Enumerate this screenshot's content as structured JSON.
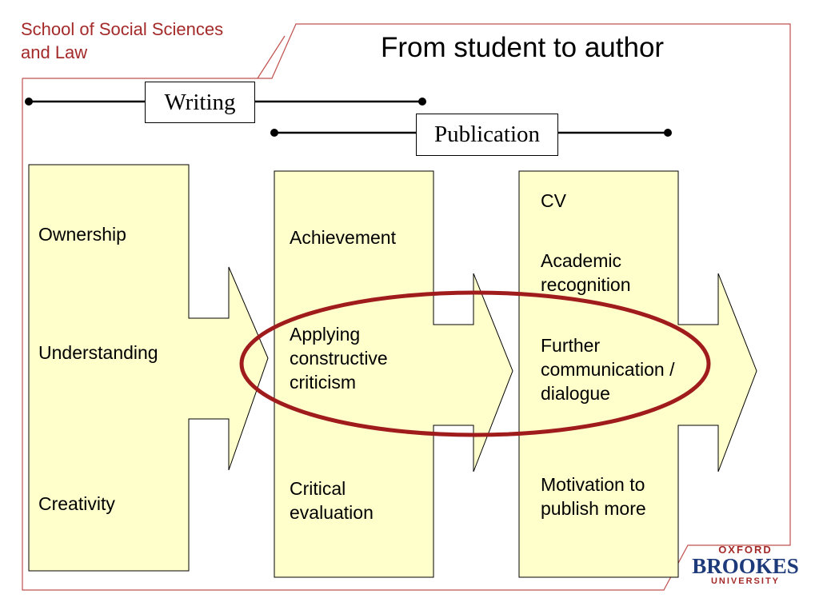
{
  "header": {
    "school_line1": "School of Social Sciences",
    "school_line2": "and Law",
    "title": "From student to author"
  },
  "timeline": {
    "writing_label": "Writing",
    "publication_label": "Publication"
  },
  "columns": [
    {
      "items": [
        "Ownership",
        "Understanding",
        "Creativity"
      ]
    },
    {
      "items": [
        "Achievement",
        "Applying constructive criticism",
        "Critical evaluation"
      ]
    },
    {
      "items": [
        "CV",
        "Academic recognition",
        "Further communication / dialogue",
        "Motivation to publish more"
      ]
    }
  ],
  "highlight": {
    "color": "#a01c1c"
  },
  "colors": {
    "box_fill": "#ffffcc",
    "frame": "#c0504d",
    "brand": "#a42a2a",
    "brand_blue": "#1d3a7a"
  },
  "logo": {
    "line1": "OXFORD",
    "line2": "BROOKES",
    "line3": "UNIVERSITY"
  }
}
